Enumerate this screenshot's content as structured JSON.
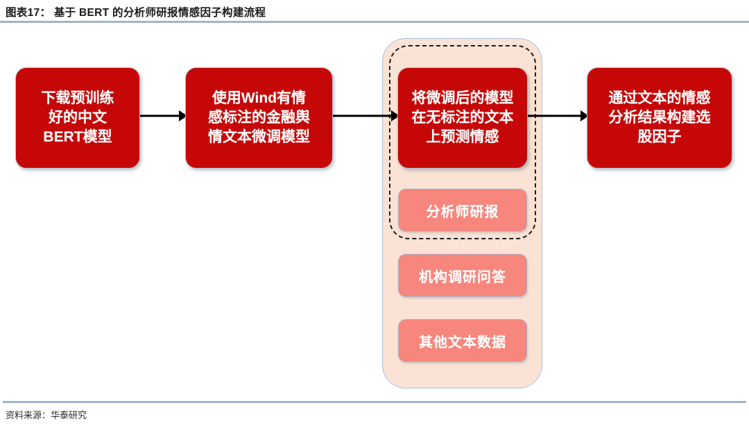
{
  "header": {
    "title": "图表17： 基于 BERT 的分析师研报情感因子构建流程",
    "rule_color": "#9fb4cc"
  },
  "footer": {
    "source_label": "资料来源：华泰研究",
    "rule_color": "#9fb4cc"
  },
  "colors": {
    "process_box_fill": "#c60707",
    "process_box_text": "#ffffff",
    "data_box_fill": "#f7867d",
    "data_box_text": "#ffffff",
    "container_fill": "#fae3d4",
    "container_border": "#a8c0da",
    "dashed_border": "#1a1a1a",
    "arrow": "#000000"
  },
  "flow": {
    "steps": [
      {
        "id": "download-pretrained-bert",
        "label": "下载预训练\n好的中文\nBERT模型",
        "order": 1
      },
      {
        "id": "finetune-with-wind-corpus",
        "label": "使用Wind有情\n感标注的金融舆\n情文本微调模型",
        "order": 2
      },
      {
        "id": "predict-sentiment-unlabeled",
        "label": "将微调后的模型\n在无标注的文本\n上预测情感",
        "order": 3
      },
      {
        "id": "build-stock-factor",
        "label": "通过文本的情感\n分析结果构建选\n股因子",
        "order": 4
      }
    ],
    "arrows": [
      {
        "id": "arrow-download-to-finetune",
        "from": "download-pretrained-bert",
        "to": "finetune-with-wind-corpus",
        "direction": "right"
      },
      {
        "id": "arrow-finetune-to-predict",
        "from": "finetune-with-wind-corpus",
        "to": "predict-sentiment-unlabeled",
        "direction": "right"
      },
      {
        "id": "arrow-predict-to-factor",
        "from": "predict-sentiment-unlabeled",
        "to": "build-stock-factor",
        "direction": "right"
      }
    ]
  },
  "data_sources": {
    "group_label": "",
    "items": [
      {
        "id": "analyst-report",
        "label": "分析师研报",
        "in_dashed_group": true
      },
      {
        "id": "institution-research-qa",
        "label": "机构调研问答",
        "in_dashed_group": false
      },
      {
        "id": "other-text-data",
        "label": "其他文本数据",
        "in_dashed_group": false
      }
    ]
  }
}
